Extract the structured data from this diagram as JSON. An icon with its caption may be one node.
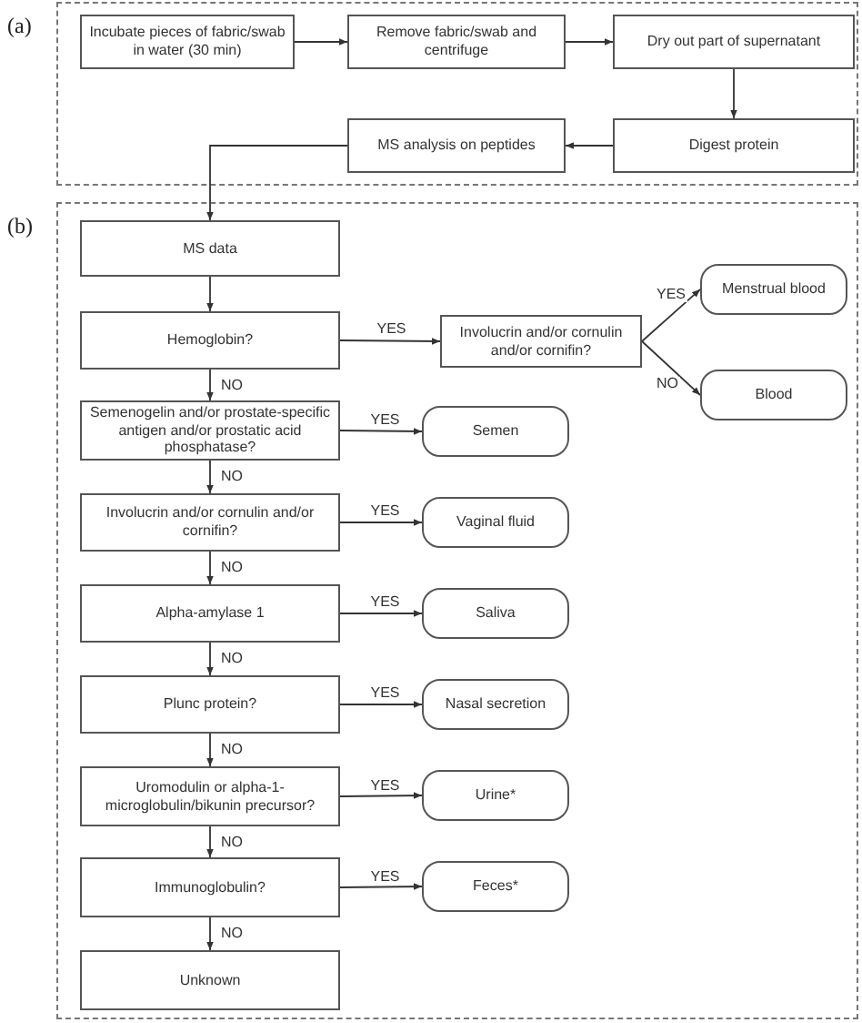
{
  "diagram": {
    "nodes": [
      {
        "text": [
          "(a)"
        ]
      },
      {
        "text": [
          "Incubate pieces of fabric/swab in water (30 min)"
        ],
        "in": 0
      },
      {
        "text": [
          "Remove fabric/swab and centrifuge"
        ],
        "in": 0
      },
      {
        "text": [
          "Dry out part of supernatant"
        ],
        "in": 0
      },
      {
        "text": [
          "Digest protein"
        ],
        "in": 0
      },
      {
        "text": [
          "MS analysis on peptides"
        ],
        "in": 0
      },
      {
        "text": [
          "(b)"
        ]
      },
      {
        "text": [
          "MS data"
        ],
        "in": 6
      },
      {
        "text": [
          "Hemoglobin?"
        ],
        "in": 6
      },
      {
        "text": [
          "Involucrin and/or cornulin and/or cornifin?"
        ],
        "in": 6
      },
      {
        "text": [
          "Menstrual blood"
        ],
        "in": 6
      },
      {
        "text": [
          "Blood"
        ],
        "in": 6
      },
      {
        "text": [
          "Semenogelin and/or prostate-specific antigen and/or prostatic acid phosphatase?"
        ],
        "in": 6
      },
      {
        "text": [
          "Semen"
        ],
        "in": 6
      },
      {
        "text": [
          "Involucrin and/or cornulin and/or cornifin?"
        ],
        "in": 6
      },
      {
        "text": [
          "Vaginal fluid"
        ],
        "in": 6
      },
      {
        "text": [
          "Alpha-amylase 1"
        ],
        "in": 6
      },
      {
        "text": [
          "Saliva"
        ],
        "in": 6
      },
      {
        "text": [
          "Plunc protein?"
        ],
        "in": 6
      },
      {
        "text": [
          "Nasal secretion"
        ],
        "in": 6
      },
      {
        "text": [
          "Uromodulin or alpha-1-microglobulin/bikunin precursor?"
        ],
        "in": 6
      },
      {
        "text": [
          "Urine*"
        ],
        "in": 6
      },
      {
        "text": [
          "Immunoglobulin?"
        ],
        "in": 6
      },
      {
        "text": [
          "Feces*"
        ],
        "in": 6
      },
      {
        "text": [
          "Unknown"
        ],
        "in": 6
      }
    ],
    "edges": [
      {
        "from": 1,
        "to": 2,
        "arrow": "to"
      },
      {
        "from": 2,
        "to": 3,
        "arrow": "to"
      },
      {
        "from": 3,
        "to": 4,
        "arrow": "to"
      },
      {
        "from": 4,
        "to": 5,
        "arrow": "to"
      },
      {
        "from": 5,
        "to": 7,
        "arrow": "to"
      },
      {
        "from": 7,
        "to": 8,
        "arrow": "to"
      },
      {
        "from": 8,
        "to": 9,
        "arrow": "to",
        "label": "YES"
      },
      {
        "from": 9,
        "to": 10,
        "arrow": "to",
        "label": "YES"
      },
      {
        "from": 9,
        "to": 11,
        "arrow": "to",
        "label": "NO"
      },
      {
        "from": 8,
        "to": 12,
        "arrow": "to",
        "label": "NO"
      },
      {
        "from": 12,
        "to": 13,
        "arrow": "to",
        "label": "YES"
      },
      {
        "from": 12,
        "to": 14,
        "arrow": "to",
        "label": "NO"
      },
      {
        "from": 14,
        "to": 15,
        "arrow": "to",
        "label": "YES"
      },
      {
        "from": 14,
        "to": 16,
        "arrow": "to",
        "label": "NO"
      },
      {
        "from": 16,
        "to": 17,
        "arrow": "to",
        "label": "YES"
      },
      {
        "from": 16,
        "to": 18,
        "arrow": "to",
        "label": "NO"
      },
      {
        "from": 18,
        "to": 19,
        "arrow": "to",
        "label": "YES"
      },
      {
        "from": 18,
        "to": 20,
        "arrow": "to",
        "label": "NO"
      },
      {
        "from": 20,
        "to": 21,
        "arrow": "to",
        "label": "YES"
      },
      {
        "from": 20,
        "to": 22,
        "arrow": "to",
        "label": "NO"
      },
      {
        "from": 22,
        "to": 23,
        "arrow": "to",
        "label": "YES"
      },
      {
        "from": 22,
        "to": 24,
        "arrow": "to",
        "label": "NO"
      }
    ]
  }
}
